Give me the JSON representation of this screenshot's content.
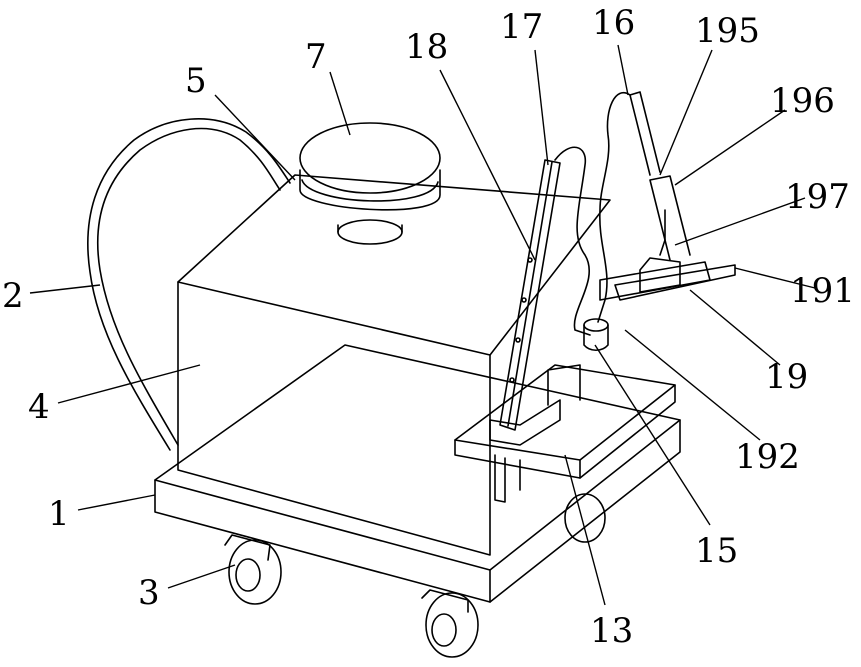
{
  "figure": {
    "labels": {
      "l1": "1",
      "l2": "2",
      "l3": "3",
      "l4": "4",
      "l5": "5",
      "l7": "7",
      "l13": "13",
      "l15": "15",
      "l16": "16",
      "l17": "17",
      "l18": "18",
      "l19": "19",
      "l191": "191",
      "l192": "192",
      "l195": "195",
      "l196": "196",
      "l197": "197"
    }
  }
}
